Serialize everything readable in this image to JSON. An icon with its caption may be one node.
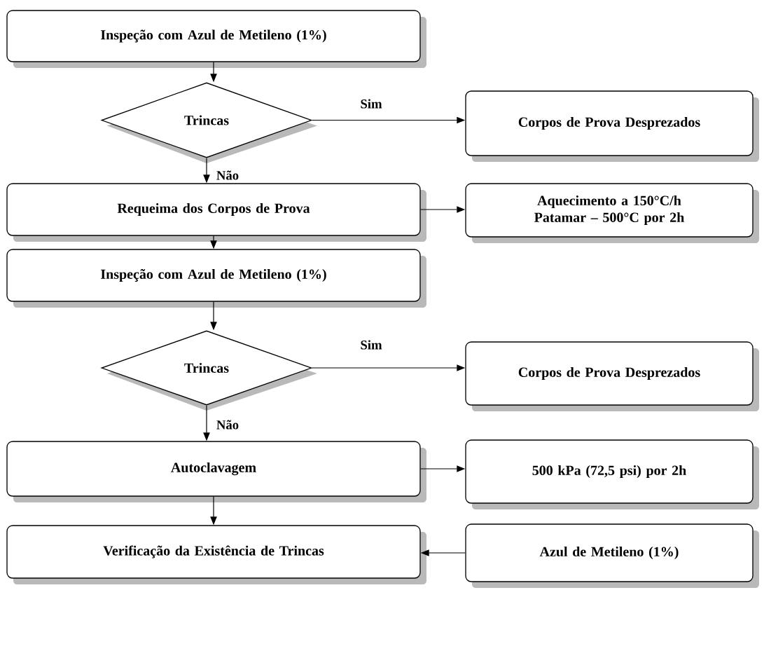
{
  "diagram": {
    "nodes": [
      {
        "text": [
          "Inspeção com Azul de Metileno (1%)"
        ]
      },
      {
        "text": [
          "Trincas"
        ]
      },
      {
        "text": [
          "Corpos de Prova Desprezados"
        ]
      },
      {
        "text": [
          "Requeima dos Corpos de Prova"
        ]
      },
      {
        "text": [
          "Aquecimento a 150°C/h",
          "Patamar – 500°C por 2h"
        ]
      },
      {
        "text": [
          "Inspeção com Azul de Metileno (1%)"
        ]
      },
      {
        "text": [
          "Trincas"
        ]
      },
      {
        "text": [
          "Corpos de Prova Desprezados"
        ]
      },
      {
        "text": [
          "Autoclavagem"
        ]
      },
      {
        "text": [
          "500 kPa (72,5 psi) por 2h"
        ]
      },
      {
        "text": [
          "Verificação da Existência de Trincas"
        ]
      },
      {
        "text": [
          "Azul de Metileno (1%)"
        ]
      }
    ],
    "edges": [
      {
        "from": 0,
        "to": 1,
        "arrow": "to"
      },
      {
        "from": 1,
        "to": 2,
        "arrow": "to",
        "label": "Sim"
      },
      {
        "from": 1,
        "to": 3,
        "arrow": "to",
        "label": "Não"
      },
      {
        "from": 3,
        "to": 4,
        "arrow": "to"
      },
      {
        "from": 3,
        "to": 5,
        "arrow": "to"
      },
      {
        "from": 5,
        "to": 6,
        "arrow": "to"
      },
      {
        "from": 6,
        "to": 7,
        "arrow": "to",
        "label": "Sim"
      },
      {
        "from": 6,
        "to": 8,
        "arrow": "to",
        "label": "Não"
      },
      {
        "from": 8,
        "to": 9,
        "arrow": "to"
      },
      {
        "from": 8,
        "to": 10,
        "arrow": "to"
      },
      {
        "from": 11,
        "to": 10,
        "arrow": "to"
      }
    ]
  }
}
